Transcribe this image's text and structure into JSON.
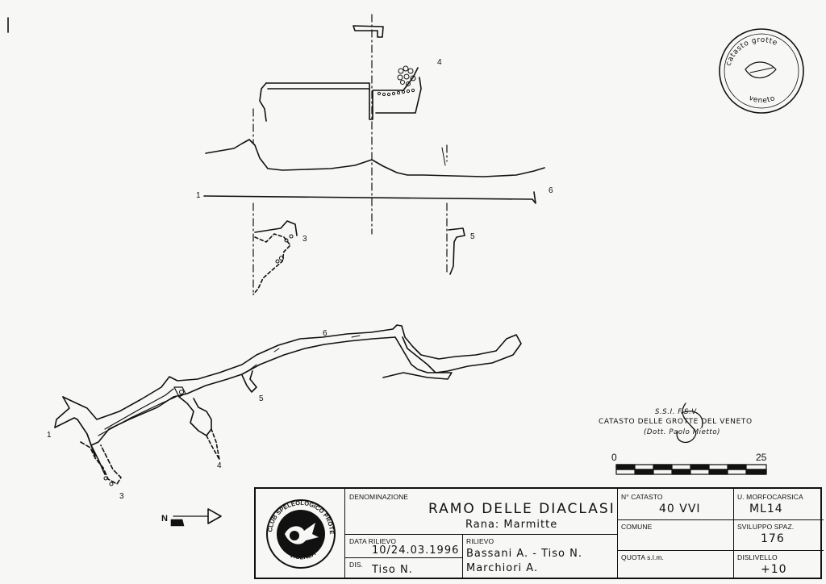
{
  "map_labels": {
    "l1": "1",
    "l3": "3",
    "l4": "4",
    "l5": "5",
    "l6": "6",
    "p1": "1",
    "p3": "3",
    "p4": "4",
    "p5": "5",
    "p6": "6"
  },
  "scale": {
    "start": "0",
    "end": "25"
  },
  "north": {
    "label": "N"
  },
  "stamp": {
    "line1": "S.S.I.  F.S.V.",
    "line2": "CATASTO DELLE GROTTE DEL VENETO",
    "line3": "(Dott. Paolo Mietto)"
  },
  "seal": {
    "top": "catasto grotte",
    "bottom": "veneto"
  },
  "logo": {
    "top": "CLUB SPELEOLOGICO PROTEO",
    "bottom": "VICENZA"
  },
  "title_block": {
    "denominazione_label": "DENOMINAZIONE",
    "denominazione": "RAMO DELLE DIACLASI",
    "subtitle": "Rana: Marmitte",
    "data_rilievo_label": "DATA RILIEVO",
    "data_rilievo": "10/24.03.1996",
    "rilievo_label": "RILIEVO",
    "rilievo_1": "Bassani A. - Tiso N.",
    "rilievo_2": "Marchiori A.",
    "dis_label": "DIS.",
    "dis": "Tiso N.",
    "catasto_label": "N° CATASTO",
    "catasto": "40 VVI",
    "comune_label": "COMUNE",
    "comune": "",
    "quota_label": "QUOTA s.l.m.",
    "quota": "",
    "morfo_label": "U. MORFOCARSICA",
    "morfo": "ML14",
    "sviluppo_label": "SVILUPPO SPAZ.",
    "sviluppo": "176",
    "dislivello_label": "DISLIVELLO",
    "dislivello": "+10"
  }
}
